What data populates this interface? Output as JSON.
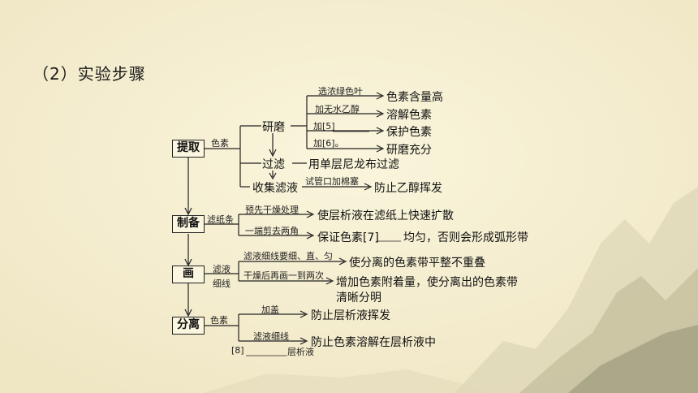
{
  "heading": "（2）实验步骤",
  "steps": {
    "extract": "提取",
    "prepare": "制备",
    "draw": "画",
    "separate": "分离"
  },
  "labels": {
    "pigment1": "色素",
    "grind": "研磨",
    "green_leaf": "选浓绿色叶",
    "ethanol": "加无水乙醇",
    "add5": "加[5]",
    "add6": "加[6]。",
    "filter": "过滤",
    "collect": "收集滤液",
    "tube_plug": "试管口加棉塞",
    "filter_paper": "滤纸条",
    "pre_dry": "预先干燥处理",
    "cut_corners": "一端剪去两角",
    "filtrate": "滤液",
    "thin_line": "细线",
    "line_req": "滤液细线要细、直、匀",
    "redraw": "干燥后再画一到两次",
    "pigment2": "色素",
    "cover": "加盖",
    "line_note": "滤液细线",
    "blank8": "[8]",
    "solvent": "层析液"
  },
  "results": {
    "content_high": "色素含量高",
    "dissolve": "溶解色素",
    "protect": "保护色素",
    "grind_full": "研磨充分",
    "single_nylon": "用单层尼龙布过滤",
    "prevent_evap": "防止乙醇挥发",
    "fast_spread": "使层析液在滤纸上快速扩散",
    "ensure7a": "保证色素[7]",
    "ensure7b": "均匀，否则会形成弧形带",
    "band_neat": "使分离的色素带平整不重叠",
    "increase1": "增加色素附着量，使分离出的色素带",
    "increase2": "清晰分明",
    "prevent_solvent": "防止层析液挥发",
    "prevent_dissolve": "防止色素溶解在层析液中"
  }
}
